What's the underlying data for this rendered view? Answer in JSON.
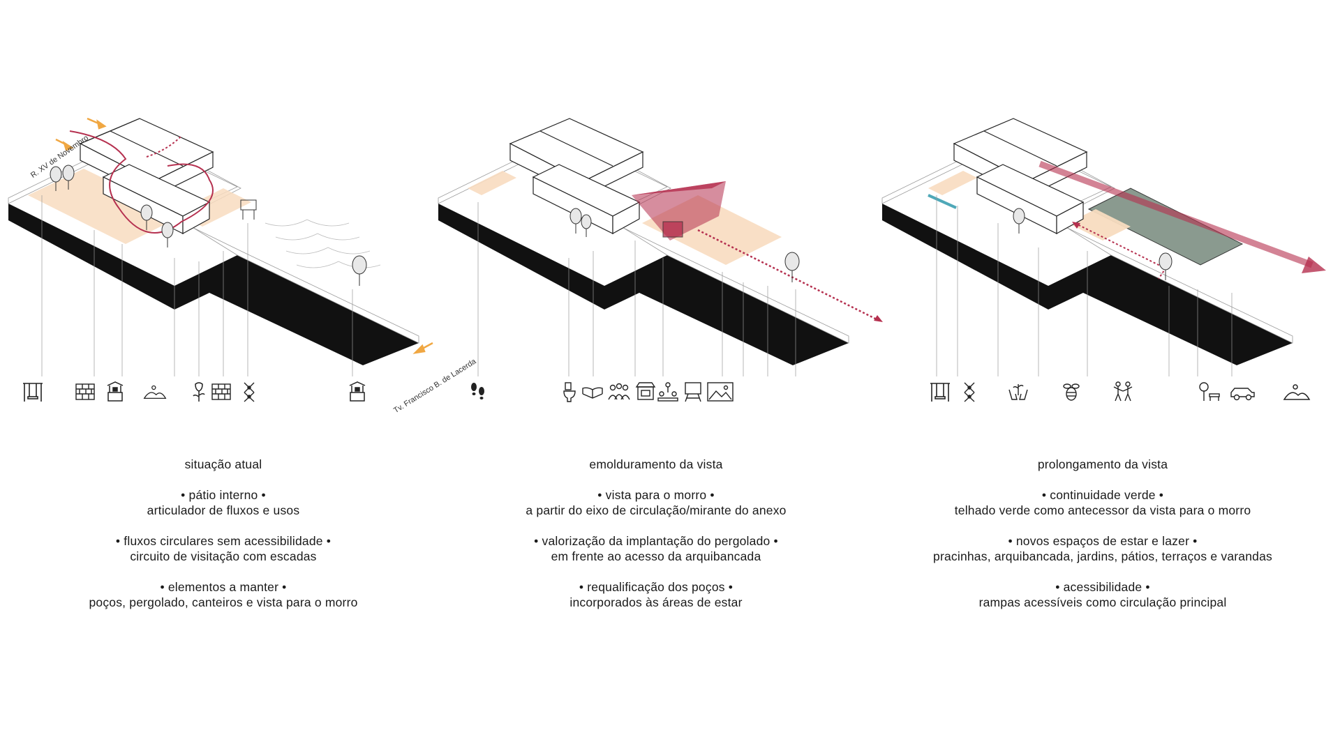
{
  "colors": {
    "accent_red": "#b5304f",
    "accent_orange": "#f0a742",
    "zone_peach": "#f8dcc0",
    "green_roof": "#8a9a8f",
    "ground_black": "#111111"
  },
  "streets": {
    "top": "R. XV de Novembro",
    "bottom": "Tv. Francisco B. de Lacerda"
  },
  "panels": [
    {
      "title": "situação atual",
      "groups": [
        {
          "lead": "• pátio interno •",
          "detail": "articulador de fluxos e usos"
        },
        {
          "lead": "• fluxos circulares sem acessibilidade •",
          "detail": "circuito de visitação com escadas"
        },
        {
          "lead": "• elementos a manter •",
          "detail": "poços, pergolado, canteiros e vista para o morro"
        }
      ],
      "icons": [
        "swing-icon",
        "brick-wall-icon",
        "well-icon",
        "hill-view-icon",
        "flower-icon",
        "brick-wall-icon",
        "pergola-vine-icon",
        "well-icon"
      ]
    },
    {
      "title": "emolduramento da vista",
      "groups": [
        {
          "lead": "• vista para o morro •",
          "detail": "a partir do eixo de circulação/mirante do anexo"
        },
        {
          "lead": "• valorização da implantação do pergolado •",
          "detail": "em frente ao acesso da arquibancada"
        },
        {
          "lead": "• requalificação dos poços •",
          "detail": "incorporados às áreas de estar"
        }
      ],
      "icons": [
        "footsteps-icon",
        "toilet-icon",
        "reading-icon",
        "people-group-icon",
        "market-stall-icon",
        "gathering-icon",
        "easel-icon",
        "landscape-picture-icon"
      ]
    },
    {
      "title": "prolongamento da vista",
      "groups": [
        {
          "lead": "• continuidade verde •",
          "detail": "telhado verde como antecessor da vista para o morro"
        },
        {
          "lead": "• novos espaços de estar e lazer •",
          "detail": "pracinhas, arquibancada, jardins, pátios, terraços e varandas"
        },
        {
          "lead": "• acessibilidade •",
          "detail": "rampas acessíveis como circulação principal"
        }
      ],
      "icons": [
        "swing-icon",
        "pergola-vine-icon",
        "hands-plant-icon",
        "bee-icon",
        "playing-kids-icon",
        "tree-bench-icon",
        "car-icon",
        "hill-view-icon"
      ]
    }
  ]
}
